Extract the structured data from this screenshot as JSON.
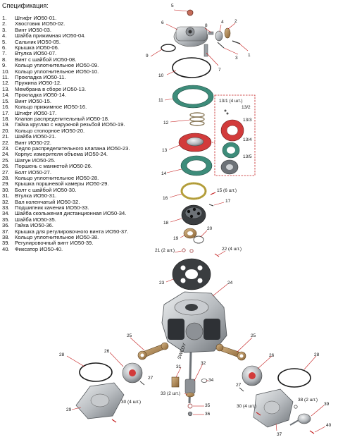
{
  "title": "Спецификация:",
  "parts": [
    {
      "num": "1.",
      "name": "Штифт ИО50-01."
    },
    {
      "num": "2.",
      "name": "Хвостовик ИО50-02."
    },
    {
      "num": "3.",
      "name": "Винт ИО50-03."
    },
    {
      "num": "4.",
      "name": "Шайба прижимная ИО50-04."
    },
    {
      "num": "5.",
      "name": "Сальник ИО50-05."
    },
    {
      "num": "6.",
      "name": "Крышка ИО50-06."
    },
    {
      "num": "7.",
      "name": "Втулка ИО50-07."
    },
    {
      "num": "8.",
      "name": "Винт с шайбой ИО50-08."
    },
    {
      "num": "9.",
      "name": "Кольцо уплотнительное ИО50-09."
    },
    {
      "num": "10.",
      "name": "Кольцо уплотнительное ИО50-10."
    },
    {
      "num": "11.",
      "name": "Прокладка ИО50-11."
    },
    {
      "num": "12.",
      "name": "Пружина ИО50-12."
    },
    {
      "num": "13.",
      "name": "Мембрана в сборе ИО50-13."
    },
    {
      "num": "14.",
      "name": "Прокладка ИО50-14."
    },
    {
      "num": "15.",
      "name": "Винт ИО50-15."
    },
    {
      "num": "16.",
      "name": "Кольцо прижимное ИО50-16."
    },
    {
      "num": "17.",
      "name": "Штифт ИО50-17."
    },
    {
      "num": "18.",
      "name": "Клапан распределительный ИО50-18."
    },
    {
      "num": "19.",
      "name": "Гайка круглая с наружной резьбой ИО50-19."
    },
    {
      "num": "20.",
      "name": "Кольцо стопорное ИО50-20."
    },
    {
      "num": "21.",
      "name": "Шайба ИО50-21."
    },
    {
      "num": "22.",
      "name": "Винт ИО50-22."
    },
    {
      "num": "23.",
      "name": "Седло распределительного клапана ИО50-23."
    },
    {
      "num": "24.",
      "name": "Корпус измерителя объема ИО50-24."
    },
    {
      "num": "25.",
      "name": "Шатун ИО50-25."
    },
    {
      "num": "26.",
      "name": "Поршень с манжетой ИО50-26."
    },
    {
      "num": "27.",
      "name": "Болт ИО50-27."
    },
    {
      "num": "28.",
      "name": "Кольцо уплотнительное ИО50-28."
    },
    {
      "num": "29.",
      "name": "Крышка поршневой камеры ИО50-29."
    },
    {
      "num": "30.",
      "name": "Болт с шайбой ИО50-30."
    },
    {
      "num": "31.",
      "name": "Втулка ИО50-31."
    },
    {
      "num": "32.",
      "name": "Вал коленчатый ИО50-32."
    },
    {
      "num": "33.",
      "name": "Подшипник качения ИО50-33."
    },
    {
      "num": "34.",
      "name": "Шайба скольжения дистанционная ИО50-34."
    },
    {
      "num": "35.",
      "name": "Шайба ИО50-35."
    },
    {
      "num": "36.",
      "name": "Гайка ИО50-36."
    },
    {
      "num": "37.",
      "name": "Крышка для регулировочного винта ИО50-37."
    },
    {
      "num": "38.",
      "name": "Кольцо уплотнительное ИО50-38."
    },
    {
      "num": "39.",
      "name": "Регулировочный винт ИО50-39."
    },
    {
      "num": "40.",
      "name": "Фиксатор ИО50-40."
    }
  ],
  "callouts": {
    "c1": "1",
    "c2": "2",
    "c3": "3",
    "c4": "4",
    "c5": "5",
    "c6": "6",
    "c7": "7",
    "c8": "8",
    "c9": "9",
    "c10": "10",
    "c11": "11",
    "c12": "12",
    "c13": "13",
    "c13_1": "13/1 (4 шт.)",
    "c13_2": "13/2",
    "c13_3": "13/3",
    "c13_4": "13/4",
    "c13_5": "13/5",
    "c14": "14",
    "c15": "15 (6 шт.)",
    "c16": "16",
    "c17": "17",
    "c18": "18",
    "c19": "19",
    "c20": "20",
    "c21": "21 (2 шт.)",
    "c22": "22 (4 шт.)",
    "c23": "23",
    "c24": "24",
    "c25a": "25",
    "c25b": "25",
    "c26a": "26",
    "c26b": "26",
    "c27a": "27",
    "c27b": "27",
    "c28a": "28",
    "c28b": "28",
    "c29": "29",
    "c30a": "30 (4 шт.)",
    "c30b": "30 (4 шт.)",
    "c31": "31",
    "c32": "32",
    "c33": "33 (2 шт.)",
    "c34": "34",
    "c35": "35",
    "c36": "36",
    "c37": "37",
    "c38": "38 (2 шт.)",
    "c39": "39",
    "c40": "40"
  },
  "colors": {
    "leader": "#c41e1e",
    "gasket_green": "#3d8c7a",
    "membrane_red": "#d23b3b",
    "metal_light": "#d7d9db",
    "metal_mid": "#a9adb1",
    "metal_dark": "#5e6368",
    "bronze": "#b08a5a",
    "dashed_box": "#c41e1e"
  }
}
